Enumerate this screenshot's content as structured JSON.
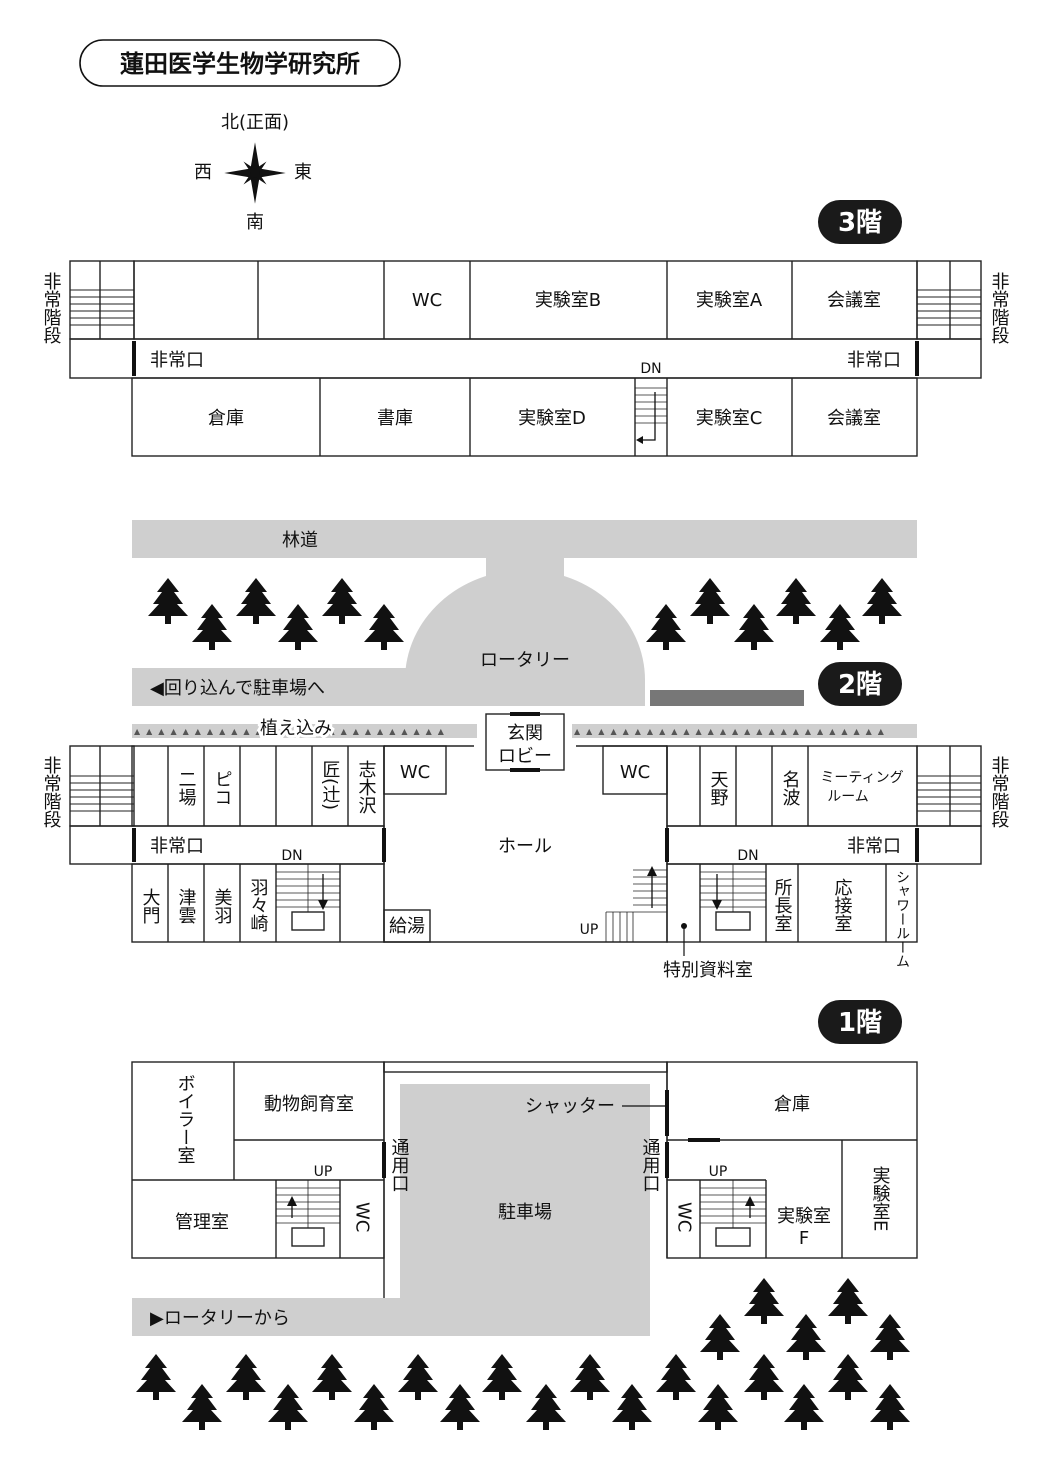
{
  "title": "蓮田医学生物学研究所",
  "compass": {
    "north": "北(正面)",
    "south": "南",
    "west": "西",
    "east": "東"
  },
  "floors": {
    "f3": "3階",
    "f2": "2階",
    "f1": "1階"
  },
  "common": {
    "emergency_stairs": "非常階段",
    "emergency_exit": "非常口",
    "dn": "DN",
    "up": "UP",
    "wc": "WC"
  },
  "floor3": {
    "north_rooms": [
      "WC",
      "実験室B",
      "実験室A",
      "会議室"
    ],
    "south_rooms": [
      "倉庫",
      "書庫",
      "実験室D",
      "実験室C",
      "会議室"
    ]
  },
  "outdoor": {
    "forest_road": "林道",
    "rotary": "ロータリー",
    "to_parking": "◀回り込んで駐車場へ",
    "planting": "植え込み",
    "from_rotary": "▶ロータリーから"
  },
  "floor2": {
    "lobby": "玄関\nロビー",
    "hall": "ホール",
    "kyutou": "給湯",
    "special_archive": "特別資料室",
    "west_north": [
      "二場",
      "ピコ",
      "匠(辻)",
      "志木沢"
    ],
    "west_south": [
      "大門",
      "津雲",
      "美羽",
      "羽々崎"
    ],
    "east_north": [
      "天野",
      "名波",
      "ミーティング\nルーム"
    ],
    "east_south": [
      "所長室",
      "応接室",
      "シャワールーム"
    ]
  },
  "floor1": {
    "boiler": "ボイラー室",
    "animal": "動物飼育室",
    "admin": "管理室",
    "passage": "通用口",
    "parking": "駐車場",
    "shutter": "シャッター",
    "storage": "倉庫",
    "lab_f": "実験室\nF",
    "lab_e": "実験室E",
    "wc_vertical": "WC"
  }
}
